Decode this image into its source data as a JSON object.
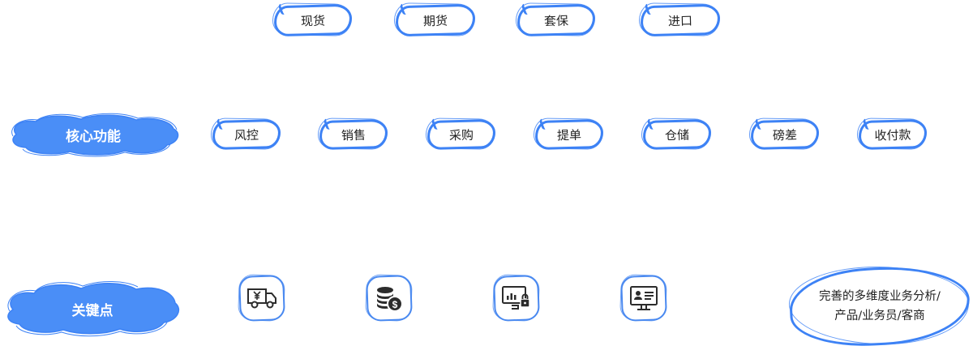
{
  "colors": {
    "accent": "#3d82f5",
    "cloud_fill": "#4a8ef7",
    "icon_stroke": "#2c2c2c"
  },
  "top_tags": [
    {
      "label": "现货"
    },
    {
      "label": "期货"
    },
    {
      "label": "套保"
    },
    {
      "label": "进口"
    }
  ],
  "core": {
    "title": "核心功能",
    "items": [
      {
        "label": "风控"
      },
      {
        "label": "销售"
      },
      {
        "label": "采购"
      },
      {
        "label": "提单"
      },
      {
        "label": "仓储"
      },
      {
        "label": "磅差"
      },
      {
        "label": "收付款"
      }
    ]
  },
  "key_points": {
    "title": "关键点",
    "icons": [
      {
        "icon": "truck-yuan-icon"
      },
      {
        "icon": "coins-dollar-icon"
      },
      {
        "icon": "monitor-chart-lock-icon"
      },
      {
        "icon": "monitor-id-card-icon"
      }
    ],
    "summary_line1": "完善的多维度业务分析/",
    "summary_line2": "产品/业务员/客商"
  }
}
